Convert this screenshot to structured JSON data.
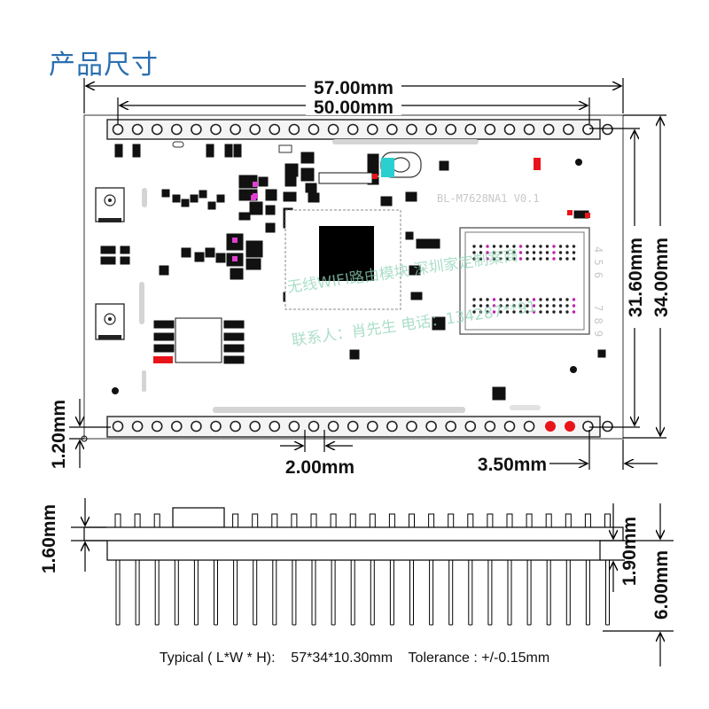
{
  "title": "产品尺寸",
  "board": {
    "label": "BL-M7628NA1 V0.1",
    "silk_a": "7 8 9",
    "silk_b": "4 5 6"
  },
  "watermark": {
    "line1": "无线WIFI路由模块 深圳家定制案商",
    "line2": "联系人：肖先生  电话：134287**91"
  },
  "dimensions": {
    "overall_length": "57.00mm",
    "pin_row_length": "50.00mm",
    "pin_pitch": "2.00mm",
    "edge_offset_x": "3.50mm",
    "edge_offset_y": "1.20mm",
    "pin_span": "31.60mm",
    "overall_width": "34.00mm",
    "board_thickness": "1.60mm",
    "component_height": "1.90mm",
    "pin_length": "6.00mm"
  },
  "caption": {
    "typical": "Typical ( L*W * H):",
    "size": "57*34*10.30mm",
    "tolerance": "Tolerance : +/-0.15mm"
  }
}
